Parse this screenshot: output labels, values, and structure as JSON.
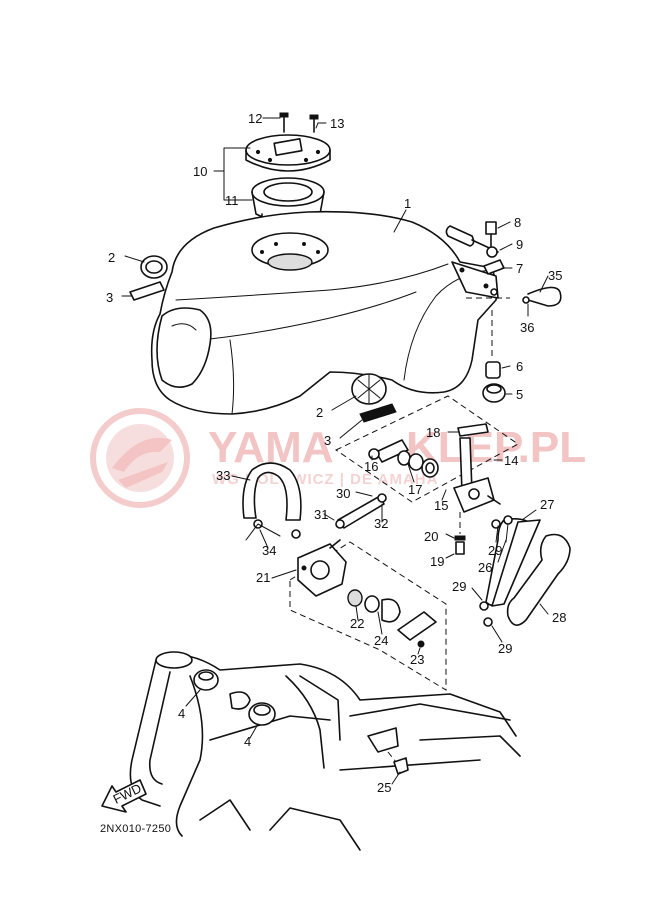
{
  "diagram_code": "2NX010-7250",
  "watermark": {
    "brand": "YAMA·SKLEP.PL",
    "brand_left": "YAMA",
    "brand_right": "KLEP.PL",
    "tagline": "WG HOLOWICZ | DE AMAHA"
  },
  "front_arrow": "FWD",
  "parts": {
    "p1": "1",
    "p2": "2",
    "p3": "3",
    "p4": "4",
    "p5": "5",
    "p6": "6",
    "p7": "7",
    "p8": "8",
    "p9": "9",
    "p10": "10",
    "p11": "11",
    "p12": "12",
    "p13": "13",
    "p14": "14",
    "p15": "15",
    "p16": "16",
    "p17": "17",
    "p18": "18",
    "p19": "19",
    "p20": "20",
    "p21": "21",
    "p22": "22",
    "p23": "23",
    "p24": "24",
    "p25": "25",
    "p26": "26",
    "p27": "27",
    "p28": "28",
    "p29": "29",
    "p30": "30",
    "p31": "31",
    "p32": "32",
    "p33": "33",
    "p34": "34",
    "p35": "35",
    "p36": "36"
  },
  "colors": {
    "line": "#111111",
    "watermark": "#f2c4c4"
  }
}
